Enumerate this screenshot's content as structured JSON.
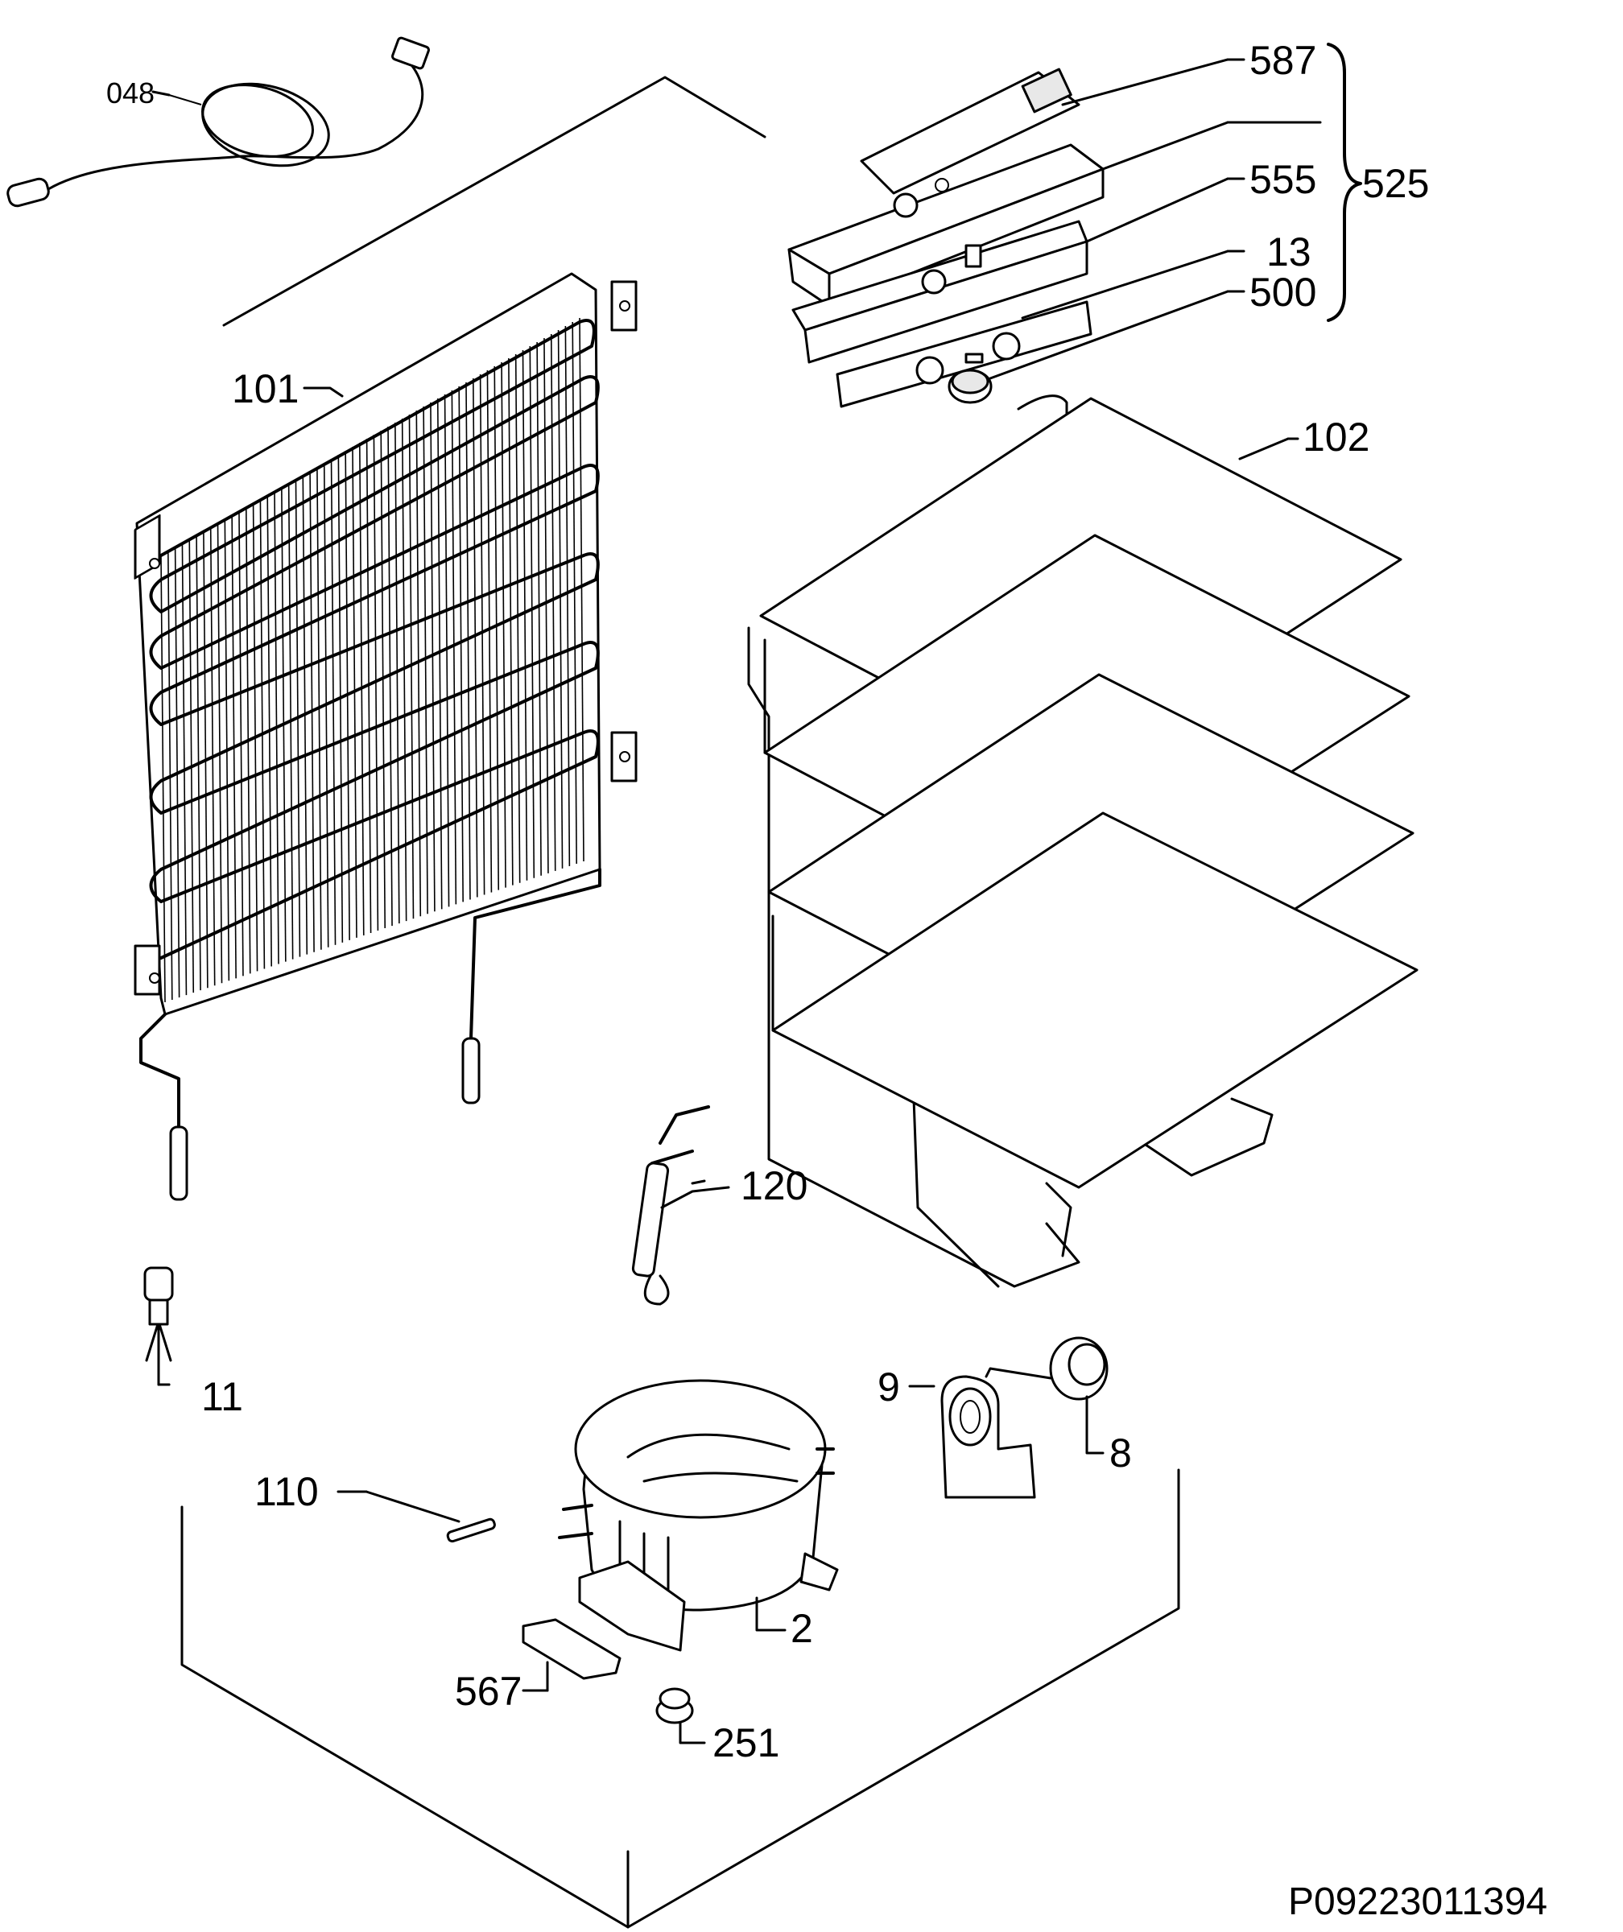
{
  "labels": {
    "l048": "048",
    "l587": "587",
    "l555": "555",
    "l525": "525",
    "l13": "13",
    "l500": "500",
    "l101": "101",
    "l102": "102",
    "l120": "120",
    "l11": "11",
    "l9": "9",
    "l8": "8",
    "l110": "110",
    "l2": "2",
    "l567": "567",
    "l251": "251"
  },
  "drawing_code": "P09223011394"
}
